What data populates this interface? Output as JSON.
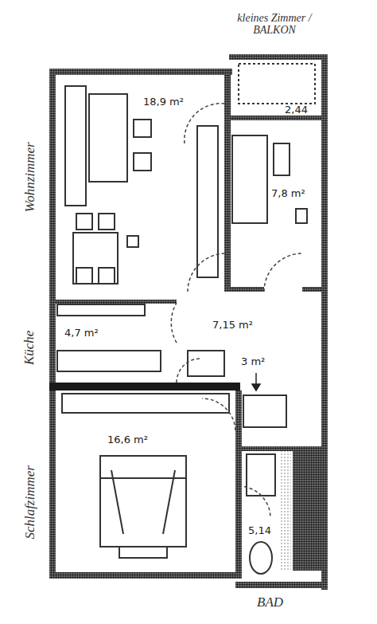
{
  "diagram": {
    "labels": [
      "kleines Zimmer / BALKON",
      "18,9 m²",
      "2,44",
      "7,8 m²",
      "Wohnzimmer",
      "Küche",
      "4,7 m²",
      "7,15 m²",
      "3 m²",
      "16,6 m²",
      "Schlafzimmer",
      "5,14",
      "BAD"
    ]
  }
}
